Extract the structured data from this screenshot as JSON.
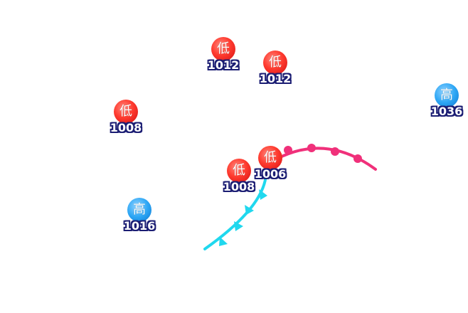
{
  "legend": {
    "low_label": "低",
    "high_label": "高"
  },
  "colors": {
    "low": "#e8201a",
    "high": "#1f98e8",
    "pressure_outline": "#1b1d73",
    "warm_front": "#f0307a",
    "cold_front": "#20d8ee"
  },
  "pressure_centers": [
    {
      "kind": "low",
      "label": "低",
      "pressure": "1012"
    },
    {
      "kind": "low",
      "label": "低",
      "pressure": "1012"
    },
    {
      "kind": "low",
      "label": "低",
      "pressure": "1008"
    },
    {
      "kind": "low",
      "label": "低",
      "pressure": "1006"
    },
    {
      "kind": "low",
      "label": "低",
      "pressure": "1008"
    },
    {
      "kind": "high",
      "label": "高",
      "pressure": "1016"
    },
    {
      "kind": "high",
      "label": "高",
      "pressure": "1036"
    }
  ],
  "fronts": [
    {
      "type": "warm",
      "symbol": "semicircle"
    },
    {
      "type": "cold",
      "symbol": "triangle"
    }
  ]
}
